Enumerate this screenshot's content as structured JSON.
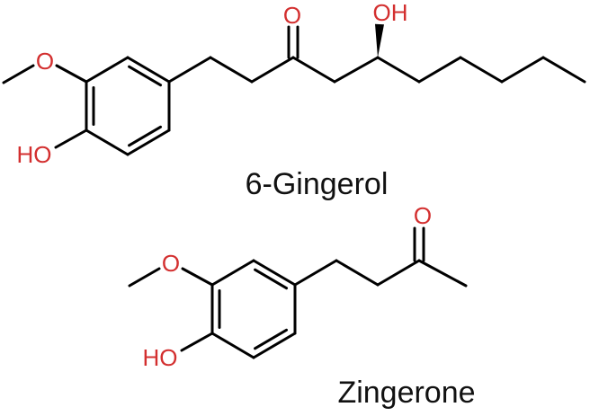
{
  "colors": {
    "bond": "#000000",
    "heteroatom": "#d32f2f",
    "name_text": "#111111",
    "background": "#ffffff"
  },
  "compounds": [
    {
      "name": "6-Gingerol",
      "labels": {
        "methoxy_o": "O",
        "hydroxyl_ho": "HO",
        "ketone_o": "O",
        "alcohol_oh": "OH"
      }
    },
    {
      "name": "Zingerone",
      "labels": {
        "methoxy_o": "O",
        "hydroxyl_ho": "HO",
        "ketone_o": "O"
      }
    }
  ]
}
